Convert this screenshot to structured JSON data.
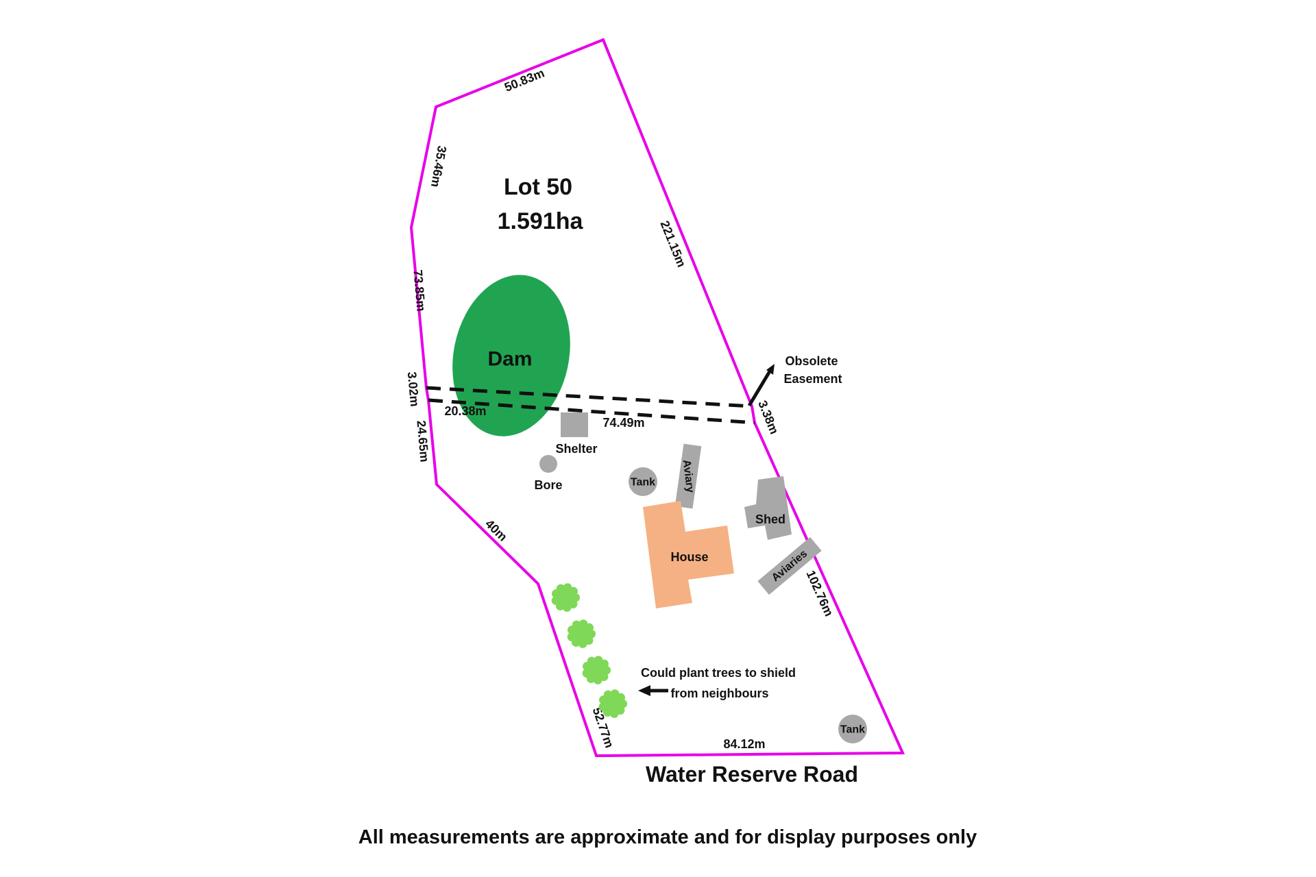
{
  "lot": {
    "name": "Lot 50",
    "area": "1.591ha"
  },
  "features": {
    "dam": "Dam",
    "shelter": "Shelter",
    "bore": "Bore",
    "tank_upper": "Tank",
    "aviary": "Aviary",
    "house": "House",
    "shed": "Shed",
    "aviaries": "Aviaries",
    "tank_lower": "Tank"
  },
  "boundary_measurements": {
    "top": "50.83m",
    "north_west": "35.46m",
    "west_upper": "73.85m",
    "west_easement_gap": "3.02m",
    "west_lower": "24.65m",
    "south_west_upper": "40m",
    "south_west_lower": "52.77m",
    "south": "84.12m",
    "south_east": "102.76m",
    "north_east": "221.15m",
    "east_easement_gap": "3.38m"
  },
  "easement": {
    "note_line1": "Obsolete",
    "note_line2": "Easement",
    "inner_length": "20.38m",
    "outer_length": "74.49m"
  },
  "note": {
    "line1": "Could plant trees to shield",
    "line2": "from neighbours"
  },
  "road": {
    "name": "Water Reserve Road"
  },
  "footer": {
    "disclaimer": "All measurements are approximate and for display purposes only"
  },
  "colors": {
    "boundary": "#E800E8",
    "dam": "#21A452",
    "trees": "#7FD858",
    "house": "#F5B183",
    "structures": "#A8A8A8"
  }
}
